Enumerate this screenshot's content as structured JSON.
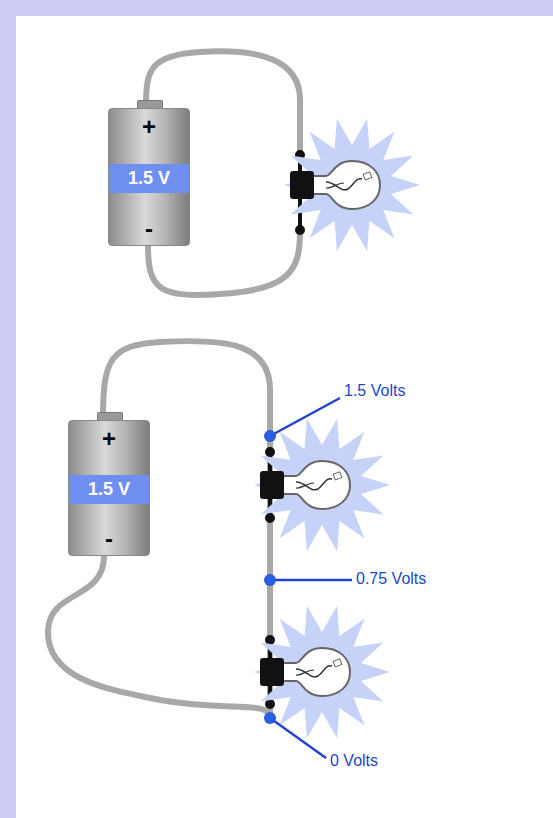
{
  "diagram": {
    "nodes": [
      {
        "text": [
          "+",
          "1.5 V",
          "-"
        ]
      },
      {
        "text": [
          "+",
          "1.5 V",
          "-"
        ]
      }
    ],
    "labels": [
      "1.5 Volts",
      "0.75 Volts",
      "0 Volts"
    ]
  }
}
